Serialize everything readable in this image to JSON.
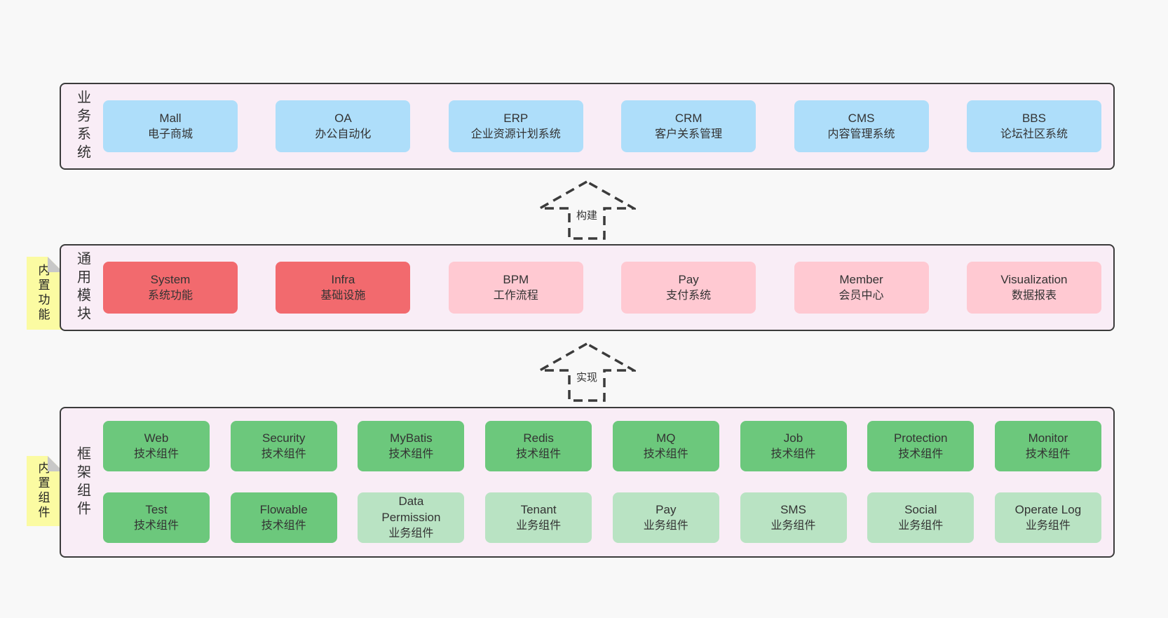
{
  "palette": {
    "page_bg": "#f8f8f8",
    "band_bg": "#f9edf6",
    "band_border": "#3b3b3b",
    "blue_box": "#aedefa",
    "red_box": "#f26a6e",
    "pink_box": "#ffc9d2",
    "green_box": "#6cc87c",
    "light_green_box": "#b9e3c3",
    "sticky_yellow": "#fbfba2",
    "sticky_fold_gray": "#c8c8c8",
    "text": "#333333"
  },
  "arrows": [
    {
      "label": "构建"
    },
    {
      "label": "实现"
    }
  ],
  "stickies": [
    {
      "label": "内置功能"
    },
    {
      "label": "内置组件"
    }
  ],
  "bands": [
    {
      "label": "业务系统",
      "boxes": [
        {
          "name": "Mall",
          "subtitle": "电子商城"
        },
        {
          "name": "OA",
          "subtitle": "办公自动化"
        },
        {
          "name": "ERP",
          "subtitle": "企业资源计划系统"
        },
        {
          "name": "CRM",
          "subtitle": "客户关系管理"
        },
        {
          "name": "CMS",
          "subtitle": "内容管理系统"
        },
        {
          "name": "BBS",
          "subtitle": "论坛社区系统"
        }
      ]
    },
    {
      "label": "通用模块",
      "boxes": [
        {
          "name": "System",
          "subtitle": "系统功能"
        },
        {
          "name": "Infra",
          "subtitle": "基础设施"
        },
        {
          "name": "BPM",
          "subtitle": "工作流程"
        },
        {
          "name": "Pay",
          "subtitle": "支付系统"
        },
        {
          "name": "Member",
          "subtitle": "会员中心"
        },
        {
          "name": "Visualization",
          "subtitle": "数据报表"
        }
      ]
    },
    {
      "label": "框架组件",
      "rows": [
        {
          "boxes": [
            {
              "name": "Web",
              "subtitle": "技术组件"
            },
            {
              "name": "Security",
              "subtitle": "技术组件"
            },
            {
              "name": "MyBatis",
              "subtitle": "技术组件"
            },
            {
              "name": "Redis",
              "subtitle": "技术组件"
            },
            {
              "name": "MQ",
              "subtitle": "技术组件"
            },
            {
              "name": "Job",
              "subtitle": "技术组件"
            },
            {
              "name": "Protection",
              "subtitle": "技术组件"
            },
            {
              "name": "Monitor",
              "subtitle": "技术组件"
            }
          ]
        },
        {
          "boxes": [
            {
              "name": "Test",
              "subtitle": "技术组件"
            },
            {
              "name": "Flowable",
              "subtitle": "技术组件"
            },
            {
              "name": "Data\nPermission",
              "subtitle": "业务组件"
            },
            {
              "name": "Tenant",
              "subtitle": "业务组件"
            },
            {
              "name": "Pay",
              "subtitle": "业务组件"
            },
            {
              "name": "SMS",
              "subtitle": "业务组件"
            },
            {
              "name": "Social",
              "subtitle": "业务组件"
            },
            {
              "name": "Operate Log",
              "subtitle": "业务组件"
            }
          ]
        }
      ]
    }
  ]
}
